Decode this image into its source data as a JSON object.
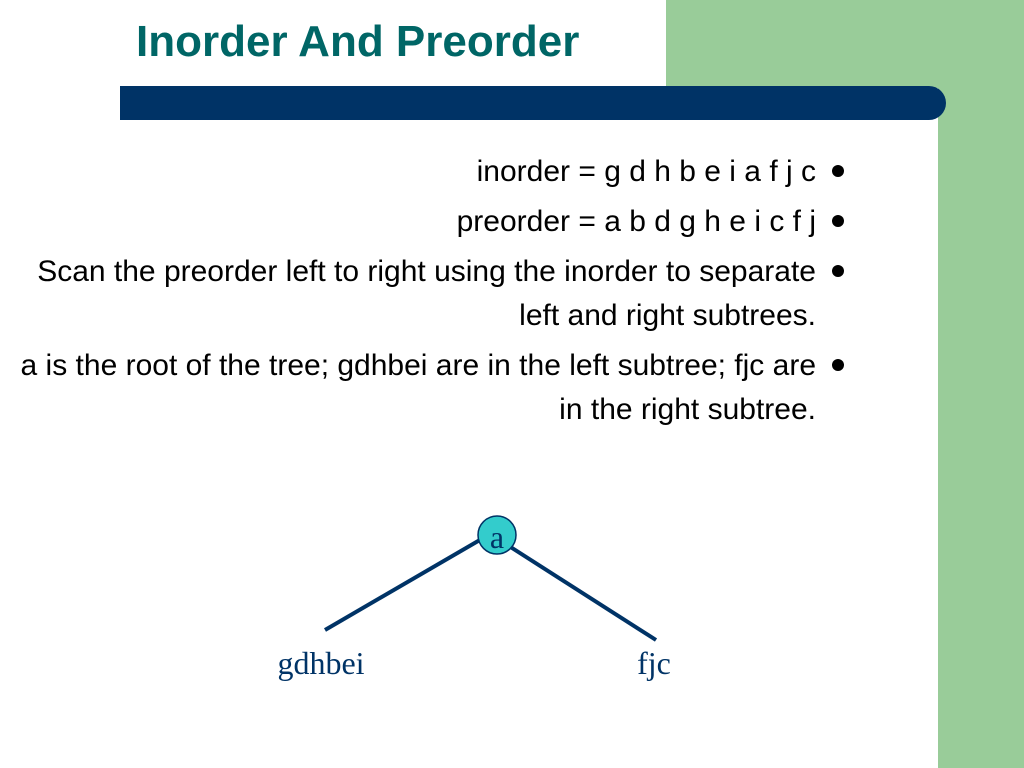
{
  "slide": {
    "title": "Inorder And Preorder",
    "bullets": [
      {
        "text": "inorder = g d h b e i a f j c"
      },
      {
        "text": "preorder = a b d g h e i c f j"
      },
      {
        "text": "Scan the preorder left to right using the inorder to separate left and right subtrees."
      },
      {
        "text": "a is the root of the tree; gdhbei are in the left subtree; fjc are in the right subtree."
      }
    ]
  },
  "tree": {
    "root_label": "a",
    "left_label": "gdhbei",
    "right_label": "fjc"
  },
  "colors": {
    "title": "#006666",
    "title_bar": "#003366",
    "side_panel": "#99cc99",
    "root_node": "#33cccc",
    "tree_text": "#003366"
  }
}
